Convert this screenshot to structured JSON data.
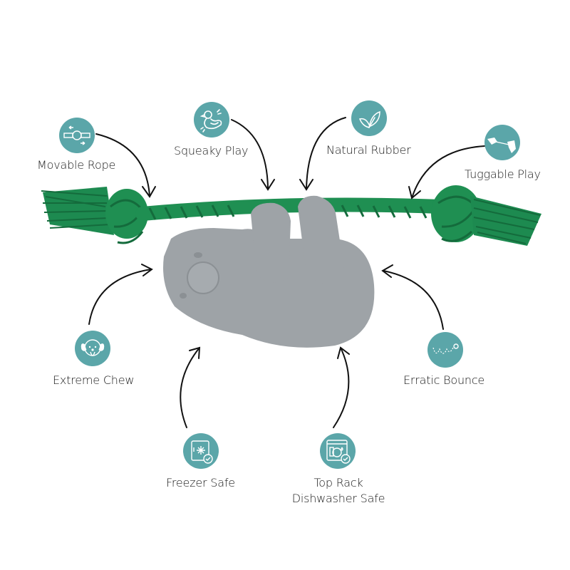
{
  "colors": {
    "icon_bg": "#5ba6a9",
    "rope_green": "#1f8a52",
    "rope_dark": "#146b3c",
    "sloth_gray": "#9ea3a7",
    "text": "#1a1a1a",
    "arrow": "#111111"
  },
  "product": {
    "subject": "sloth-rubber-toy-on-rope"
  },
  "features": [
    {
      "id": "movable-rope",
      "label": "Movable Rope",
      "icon": "rope-arrows-icon"
    },
    {
      "id": "squeaky-play",
      "label": "Squeaky Play",
      "icon": "duck-icon"
    },
    {
      "id": "natural-rubber",
      "label": "Natural Rubber",
      "icon": "leaf-icon"
    },
    {
      "id": "tuggable-play",
      "label": "Tuggable Play",
      "icon": "tug-hand-icon"
    },
    {
      "id": "extreme-chew",
      "label": "Extreme Chew",
      "icon": "dog-face-icon"
    },
    {
      "id": "erratic-bounce",
      "label": "Erratic Bounce",
      "icon": "bounce-ball-icon"
    },
    {
      "id": "freezer-safe",
      "label": "Freezer Safe",
      "icon": "freezer-check-icon"
    },
    {
      "id": "dishwasher-safe",
      "label_line1": "Top Rack",
      "label_line2": "Dishwasher Safe",
      "icon": "dishwasher-check-icon"
    }
  ]
}
